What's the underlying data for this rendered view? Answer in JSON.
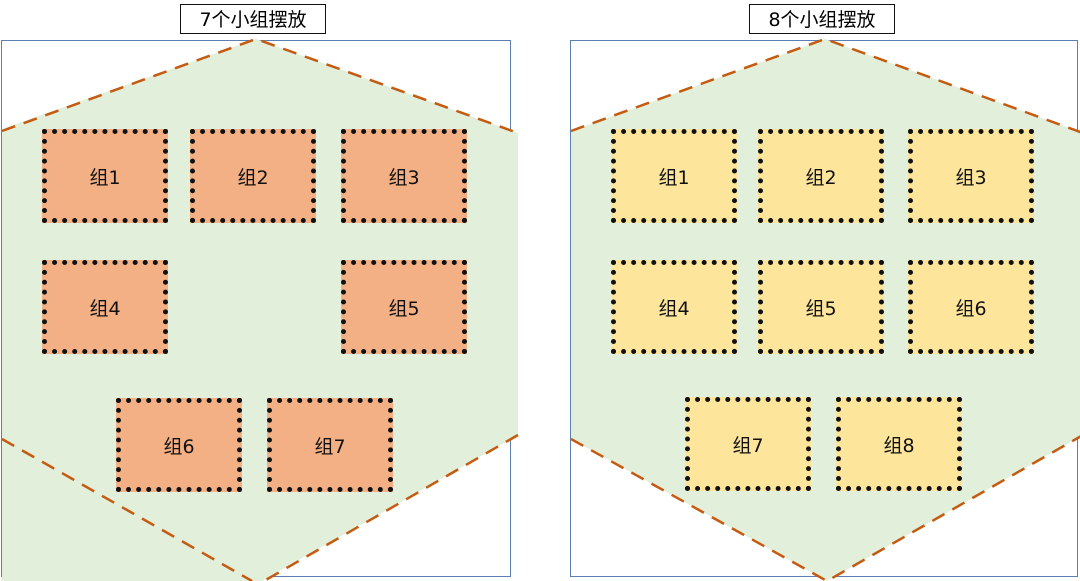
{
  "panels": {
    "left": {
      "title": "7个小组摆放",
      "groups": [
        "组1",
        "组2",
        "组3",
        "组4",
        "组5",
        "组6",
        "组7"
      ]
    },
    "right": {
      "title": "8个小组摆放",
      "groups": [
        "组1",
        "组2",
        "组3",
        "组4",
        "组5",
        "组6",
        "组7",
        "组8"
      ]
    }
  },
  "colors": {
    "hex_fill": "#e2efda",
    "hex_border": "#c55a11",
    "panel_border": "#5a7fb0",
    "group_left_fill": "#f3b084",
    "group_right_fill": "#fde59b",
    "group_border": "#111111"
  }
}
